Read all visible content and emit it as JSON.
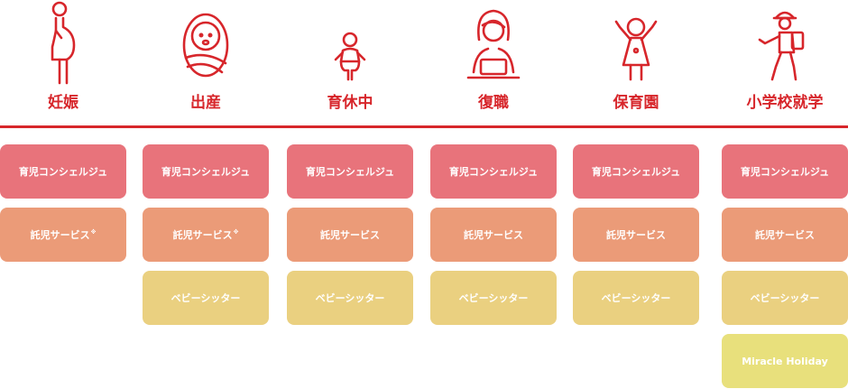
{
  "colors": {
    "accent_red": "#d7262b",
    "concierge": "#e8737b",
    "babysit_service": "#eb9b78",
    "sitter": "#ead080",
    "miracle": "#e8e07c"
  },
  "stages": [
    {
      "label": "妊娠",
      "icon": "pregnant-woman-icon"
    },
    {
      "label": "出産",
      "icon": "newborn-baby-icon"
    },
    {
      "label": "育休中",
      "icon": "toddler-icon"
    },
    {
      "label": "復職",
      "icon": "woman-at-laptop-icon"
    },
    {
      "label": "保育園",
      "icon": "child-arms-up-icon"
    },
    {
      "label": "小学校就学",
      "icon": "schoolchild-icon"
    }
  ],
  "services": {
    "concierge": "育児コンシェルジュ",
    "babysit_service": "託児サービス",
    "sitter": "ベビーシッター",
    "miracle": "Miracle Holiday",
    "note_mark": "※"
  }
}
